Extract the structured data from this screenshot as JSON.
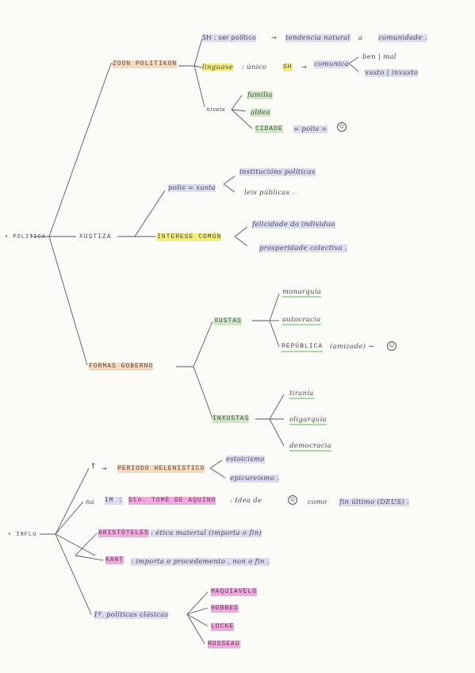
{
  "politica": {
    "root": "• POLITICA",
    "zoon": {
      "label": "ZOON POLITIKON",
      "sh_ser": "SH : ser político",
      "arrow1": "→",
      "tendencia": "tendencia natural",
      "a": "a",
      "comunidade": "comunidade .",
      "linguaxe": "linguaxe",
      "colon_unico": ":  único",
      "sh": "SH",
      "arrow2": "→",
      "comunica": "comunica",
      "ben_mal": "ben | mal",
      "xusto": "xusto | inxusto",
      "niveis": "niveis",
      "familia": "familia",
      "aldea": "aldea",
      "cidade": "CIDADE",
      "polis_eq": "= polis =",
      "smile": "☺"
    },
    "xustiza": {
      "label": "XUSTIZA",
      "polis_xusta": "polis = xusta",
      "institucions": "institucións políticas",
      "leis": "leis públicas .",
      "interese": "INTERESE COMÚN",
      "felicidade": "felicidade do individuo",
      "prosperidade": "prosperidade colectiva ."
    },
    "formas": {
      "label": "FORMAS GOBERNO",
      "xustas": "XUSTAS",
      "monarquia": "monarquía",
      "autocracia": "autocracia",
      "republica": "REPÚBLICA",
      "amizade": "(amizade)  →",
      "smile": "☺",
      "inxustas": "INXUSTAS",
      "tirania": "tiranía",
      "oligarquia": "oligarquía",
      "democracia": "democracia"
    }
  },
  "influ": {
    "root": "• INFLU",
    "dagger": "†",
    "arrow": "→",
    "periodo": "PERIODO HELENISTICO",
    "estoicismo": "estoicismo",
    "epicureismo": "epicureísmo .",
    "na": "na",
    "im": "IM :",
    "sto": "Sto. TOMÉ DE AQUINO",
    "idea_de": ": Idea de",
    "smile": "☺",
    "como": "como",
    "fin_ultimo": "fin último (DEUS) .",
    "aristoteles": "ARISTÓTELES",
    "etica": ": ética material (importa o fin)",
    "kant": "KANT",
    "kant_rest": ": importa o procedemento , non o fin .",
    "filosofos": "1º. políticas clásicas",
    "maquiavelo": "MAQUIAVELO",
    "hobbes": "HOBBES",
    "locke": "LOCKE",
    "rousseau": "RUSSEAU"
  }
}
